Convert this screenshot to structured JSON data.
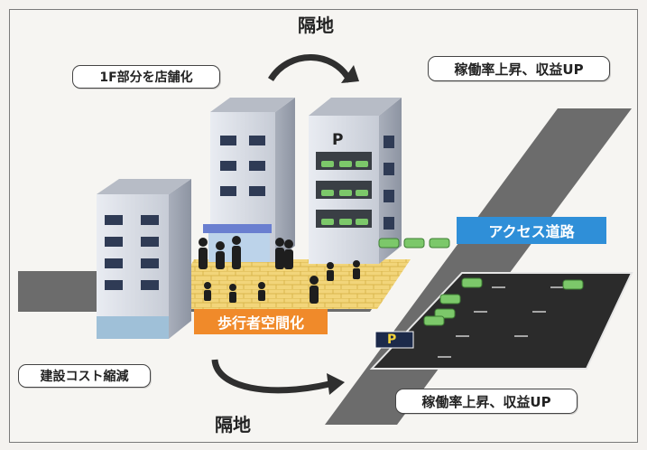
{
  "top_label": "隔地",
  "bottom_label": "隔地",
  "callouts": {
    "first_floor_shops": "1F部分を店舗化",
    "revenue_top": "稼働率上昇、収益UP",
    "construction_cost": "建設コスト縮減",
    "revenue_bottom": "稼働率上昇、収益UP"
  },
  "tags": {
    "access_road": "アクセス道路",
    "pedestrian_space": "歩行者空間化"
  },
  "signs": {
    "garage_p": "P",
    "lot_p": "P"
  },
  "colors": {
    "road": "#6c6c6c",
    "access_tag_bg": "#2f8fd8",
    "pedestrian_tag_bg": "#f08a2a",
    "paving": "#f2d57a",
    "car": "#7cc86a",
    "building": "#d9dde6",
    "window": "#2f3b55"
  }
}
